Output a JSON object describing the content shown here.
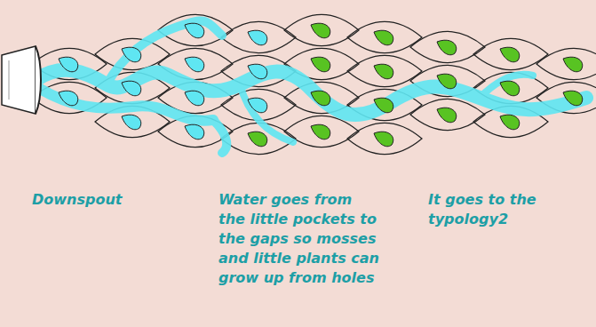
{
  "diagram": {
    "labels": [
      "Downspout",
      "Water goes from the little pockets to the gaps so mosses and little plants can grow up from holes",
      "It goes to the typology2"
    ]
  }
}
